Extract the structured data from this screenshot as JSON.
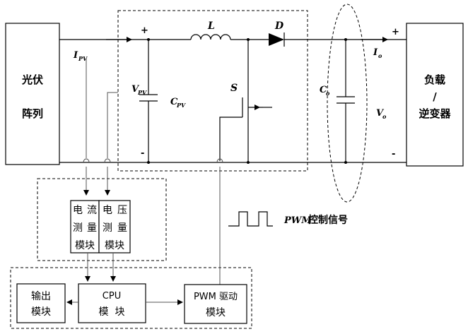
{
  "blocks": {
    "pv_array": [
      "光伏",
      "阵列"
    ],
    "load": [
      "负载",
      "/",
      "逆变器"
    ],
    "current_module": [
      "电",
      "流",
      "测",
      "量",
      "模块"
    ],
    "voltage_module": [
      "电",
      "压",
      "测",
      "量",
      "模块"
    ],
    "output_module": [
      "输出",
      "模块"
    ],
    "cpu_module": [
      "CPU",
      "模  块"
    ],
    "pwm_module": [
      "PWM 驱动",
      "模块"
    ]
  },
  "labels": {
    "i_pv": "I",
    "i_pv_sub": "PV",
    "v_pv": "V",
    "v_pv_sub": "PV",
    "c_pv": "C",
    "c_pv_sub": "PV",
    "inductor": "L",
    "diode": "D",
    "switch": "S",
    "c_o": "C",
    "c_o_sub": "o",
    "i_o": "I",
    "i_o_sub": "o",
    "v_o": "V",
    "v_o_sub": "o",
    "plus_in": "+",
    "minus_in": "-",
    "plus_out": "+",
    "minus_out": "-",
    "pwm_signal_prefix": "PWM",
    "pwm_signal_text": "控制信号"
  }
}
